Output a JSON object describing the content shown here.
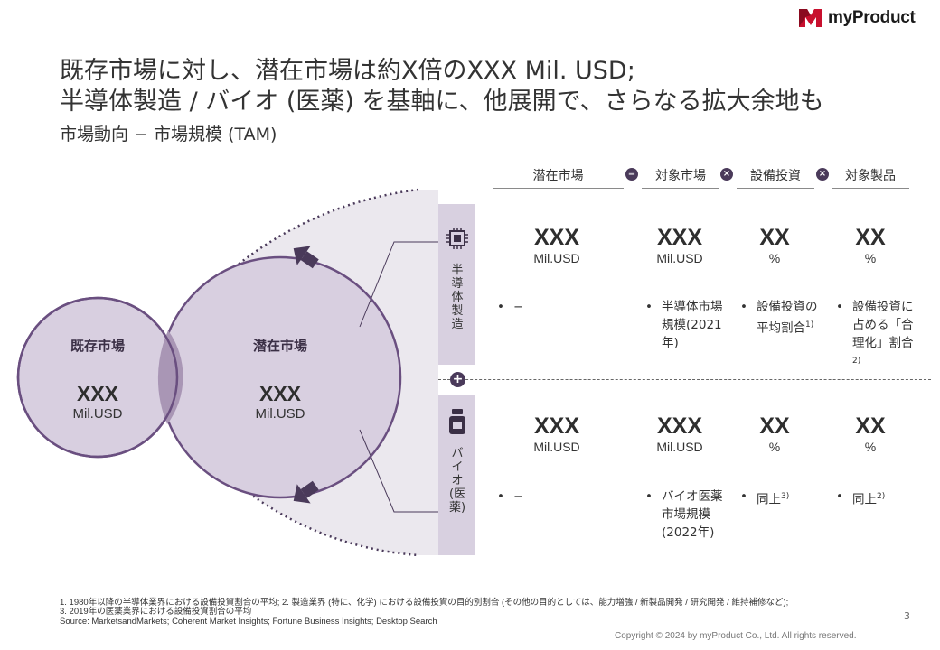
{
  "brand": {
    "name": "myProduct",
    "accent": "#c8102e",
    "primary": "#4a3a5a",
    "light": "#d8d0e0"
  },
  "title_lines": [
    "既存市場に対し、潜在市場は約X倍のXXX Mil. USD;",
    "半導体製造 / バイオ (医薬) を基軸に、他展開で、さらなる拡大余地も"
  ],
  "subtitle": "市場動向 − 市場規模 (TAM)",
  "venn": {
    "existing": {
      "name": "既存市場",
      "value": "XXX",
      "unit": "Mil.USD"
    },
    "potential": {
      "name": "潜在市場",
      "value": "XXX",
      "unit": "Mil.USD"
    }
  },
  "columns": {
    "potential": "潜在市場",
    "target": "対象市場",
    "capex": "設備投資",
    "product": "対象製品",
    "op_equals": "=",
    "op_times": "×"
  },
  "segments": [
    {
      "label": "半導体製造",
      "icon": "chip-icon",
      "values": [
        {
          "big": "XXX",
          "unit": "Mil.USD"
        },
        {
          "big": "XXX",
          "unit": "Mil.USD"
        },
        {
          "big": "XX",
          "unit": "%"
        },
        {
          "big": "XX",
          "unit": "%"
        }
      ],
      "notes": [
        "−",
        "半導体市場規模(2021年)",
        "設備投資の平均割合",
        "設備投資に占める「合理化」割合"
      ],
      "note_sups": [
        "",
        "",
        "1)",
        "2)"
      ]
    },
    {
      "label": "バイオ(医薬)",
      "icon": "medicine-bottle-icon",
      "values": [
        {
          "big": "XXX",
          "unit": "Mil.USD"
        },
        {
          "big": "XXX",
          "unit": "Mil.USD"
        },
        {
          "big": "XX",
          "unit": "%"
        },
        {
          "big": "XX",
          "unit": "%"
        }
      ],
      "notes": [
        "−",
        "バイオ医薬市場規模(2022年)",
        "同上",
        "同上"
      ],
      "note_sups": [
        "",
        "",
        "3)",
        "2)"
      ]
    }
  ],
  "plus_sign": "+",
  "footnotes": [
    "1. 1980年以降の半導体業界における設備投資割合の平均; 2. 製造業界 (特に、化学) における設備投資の目的別割合 (その他の目的としては、能力増強 / 新製品開発 / 研究開発 / 維持補修など);",
    "3. 2019年の医薬業界における設備投資割合の平均",
    "Source: MarketsandMarkets; Coherent Market Insights; Fortune Business Insights; Desktop Search"
  ],
  "page_number": "3",
  "copyright": "Copyright © 2024 by myProduct Co., Ltd.  All rights reserved."
}
